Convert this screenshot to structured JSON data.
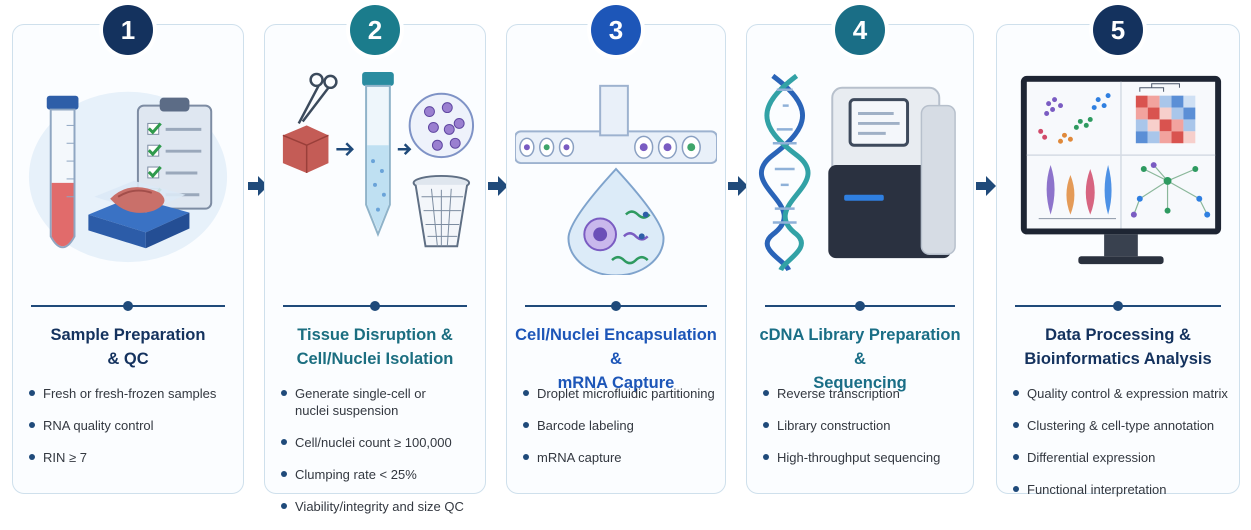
{
  "steps": [
    {
      "number": "1",
      "title_lines": [
        "Sample Preparation",
        "& QC"
      ],
      "bullets": [
        "Fresh or fresh-frozen samples",
        "RNA quality control",
        "RIN ≥ 7"
      ],
      "badge_color": "#14325e",
      "title_color": "#14325e",
      "icons": [
        "sample-tube-icon",
        "clipboard-checklist-icon",
        "tissue-dish-icon"
      ]
    },
    {
      "number": "2",
      "title_lines": [
        "Tissue Disruption &",
        "Cell/Nuclei Isolation"
      ],
      "bullets": [
        "Generate single-cell or nuclei suspension",
        "Cell/nuclei count ≥ 100,000",
        "Clumping rate < 25%",
        "Viability/integrity and size QC"
      ],
      "badge_color": "#1b7c8c",
      "title_color": "#1b6e80",
      "icons": [
        "scissors-icon",
        "tissue-block-icon",
        "centrifuge-tube-icon",
        "cell-suspension-icon",
        "cell-strainer-icon"
      ]
    },
    {
      "number": "3",
      "title_lines": [
        "Cell/Nuclei Encapsulation &",
        "mRNA Capture"
      ],
      "bullets": [
        "Droplet microfluidic partitioning",
        "Barcode labeling",
        "mRNA capture"
      ],
      "badge_color": "#1d56b8",
      "title_color": "#1d56b8",
      "icons": [
        "microfluidic-channel-icon",
        "droplet-cell-icon"
      ]
    },
    {
      "number": "4",
      "title_lines": [
        "cDNA Library Preparation &",
        "Sequencing"
      ],
      "bullets": [
        "Reverse transcription",
        "Library construction",
        "High-throughput sequencing"
      ],
      "badge_color": "#1a6e86",
      "title_color": "#1a6e86",
      "icons": [
        "dna-helix-icon",
        "sequencer-icon"
      ]
    },
    {
      "number": "5",
      "title_lines": [
        "Data Processing &",
        "Bioinformatics Analysis"
      ],
      "bullets": [
        "Quality control & expression matrix",
        "Clustering & cell-type annotation",
        "Differential expression",
        "Functional interpretation"
      ],
      "badge_color": "#14325e",
      "title_color": "#14325e",
      "icons": [
        "monitor-icon",
        "umap-plot-icon",
        "heatmap-icon",
        "violin-plot-icon",
        "network-graph-icon"
      ]
    }
  ],
  "arrow_icon": "arrow-right-icon",
  "accent_color": "#1f4a7a",
  "card_border_color": "#cfe0ec"
}
